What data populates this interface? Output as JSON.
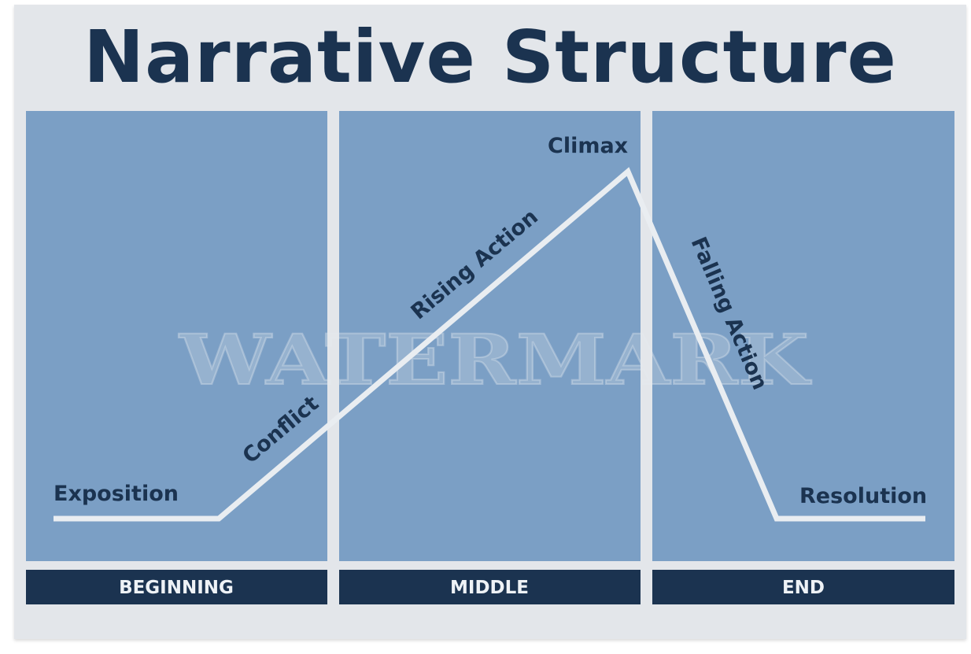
{
  "title": "Narrative Structure",
  "sections": [
    {
      "label": "BEGINNING"
    },
    {
      "label": "MIDDLE"
    },
    {
      "label": "END"
    }
  ],
  "stages": {
    "exposition": "Exposition",
    "conflict": "Conflict",
    "rising_action": "Rising Action",
    "climax": "Climax",
    "falling_action": "Falling Action",
    "resolution": "Resolution"
  },
  "watermark": "WATERMARK",
  "colors": {
    "panel": "#7b9fc5",
    "footer": "#1b3350",
    "line": "#e9edf1",
    "text": "#1b3350",
    "background": "#e3e6ea"
  }
}
